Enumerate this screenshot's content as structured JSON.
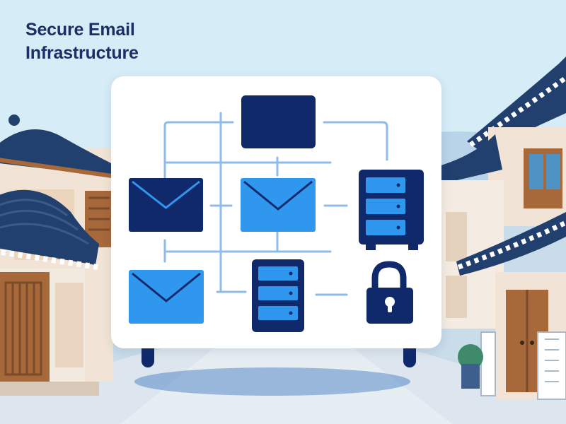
{
  "title": {
    "line1": "Secure Email",
    "line2": "Infrastructure"
  },
  "colors": {
    "navy": "#10296b",
    "blue": "#2f97ee",
    "connector": "#8fbbe8",
    "sky": "#d6ecf6",
    "road": "#e6eef4",
    "roof": "#22406e",
    "wood": "#a7683a"
  },
  "diagram": {
    "nodes": [
      {
        "name": "top-box",
        "icon": "navy-box"
      },
      {
        "name": "email-left",
        "icon": "envelope-icon"
      },
      {
        "name": "email-center",
        "icon": "envelope-icon"
      },
      {
        "name": "server-right",
        "icon": "server-icon"
      },
      {
        "name": "email-bottom-left",
        "icon": "envelope-icon"
      },
      {
        "name": "server-bottom",
        "icon": "server-icon"
      },
      {
        "name": "padlock",
        "icon": "lock-icon"
      }
    ]
  }
}
